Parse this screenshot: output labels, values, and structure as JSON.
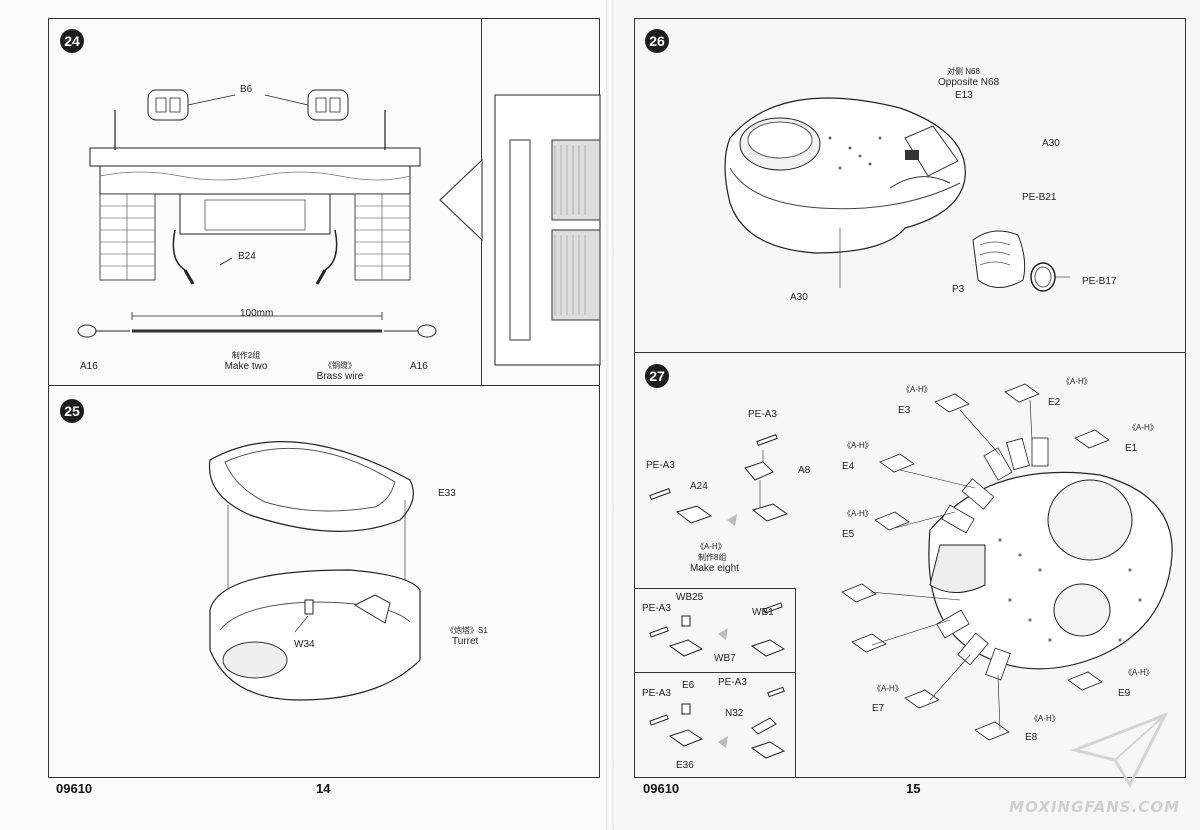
{
  "left_page": {
    "product_code": "09610",
    "page_number": "14",
    "step24": {
      "number": "24",
      "b6": "B6",
      "b24": "B24",
      "length": "100mm",
      "a16_left": "A16",
      "a16_right": "A16",
      "make_two_cn": "制作2组",
      "make_two": "Make two",
      "brass_wire_cn": "《铜缆》",
      "brass_wire": "Brass wire"
    },
    "step25": {
      "number": "25",
      "e33": "E33",
      "w34": "W34",
      "turret_code": "《炮塔》S1",
      "turret": "Turret"
    }
  },
  "right_page": {
    "product_code": "09610",
    "page_number": "15",
    "step26": {
      "number": "26",
      "opposite_cn": "对侧 N68",
      "opposite": "Opposite N68",
      "e13": "E13",
      "a30_top": "A30",
      "pe_b21": "PE-B21",
      "pe_b17": "PE-B17",
      "p3": "P3",
      "a30_bottom": "A30"
    },
    "step27": {
      "number": "27",
      "sub1": {
        "pe_a3_top": "PE-A3",
        "pe_a3_left": "PE-A3",
        "a24": "A24",
        "a8": "A8",
        "ah": "《A-H》",
        "make_eight_cn": "制作8组",
        "make_eight": "Make eight"
      },
      "sub2": {
        "pe_a3": "PE-A3",
        "wb25": "WB25",
        "wb1": "WB1",
        "wb7": "WB7"
      },
      "sub3": {
        "e6": "E6",
        "pe_a3_left": "PE-A3",
        "pe_a3_right": "PE-A3",
        "n32": "N32",
        "e36": "E36"
      },
      "ah_label": "《A-H》",
      "e1": "E1",
      "e2": "E2",
      "e3": "E3",
      "e4": "E4",
      "e5": "E5",
      "e7": "E7",
      "e8": "E8",
      "e9": "E9"
    }
  },
  "watermark": "MOXINGFANS.COM"
}
